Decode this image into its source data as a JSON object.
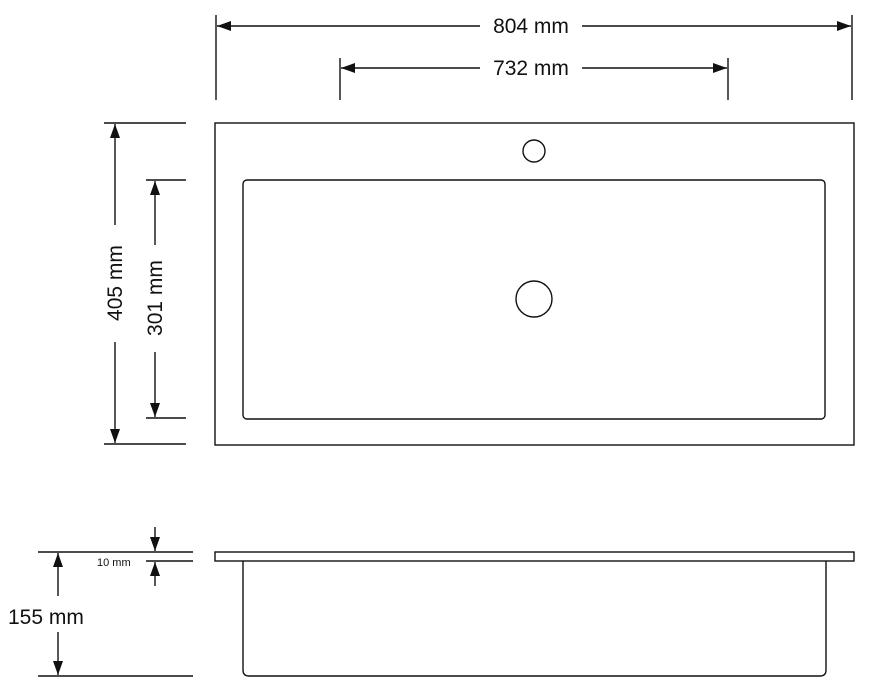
{
  "dimensions": {
    "overall_width": "804 mm",
    "inner_width": "732 mm",
    "overall_depth": "405 mm",
    "inner_depth": "301 mm",
    "rim_thickness": "10 mm",
    "total_height": "155 mm"
  },
  "colors": {
    "line": "#111111",
    "background": "#ffffff"
  }
}
